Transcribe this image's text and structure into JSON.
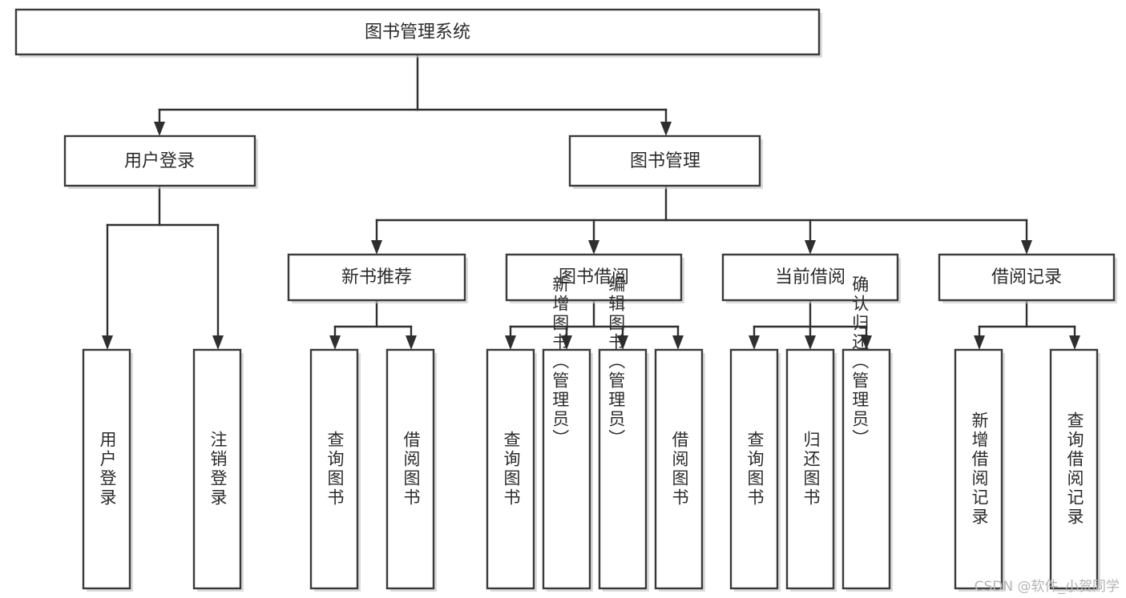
{
  "diagram": {
    "type": "tree",
    "title": "图书管理系统",
    "watermark": "CSDN @软件_小贺同学",
    "colors": {
      "background": "#ffffff",
      "box_fill": "#ffffff",
      "box_stroke": "#3a3a3a",
      "edge": "#2f2f2f",
      "text": "#2b2b2b",
      "watermark": "#b4b4b4"
    },
    "nodes": {
      "root": {
        "label": "图书管理系统"
      },
      "level2": [
        {
          "label": "用户登录"
        },
        {
          "label": "图书管理"
        }
      ],
      "level3": [
        {
          "label": "新书推荐"
        },
        {
          "label": "图书借阅"
        },
        {
          "label": "当前借阅"
        },
        {
          "label": "借阅记录"
        }
      ],
      "leaves": {
        "user_login": [
          {
            "label": "用户登录"
          },
          {
            "label": "注销登录"
          }
        ],
        "new_book": [
          {
            "label": "查询图书"
          },
          {
            "label": "借阅图书"
          }
        ],
        "borrow": [
          {
            "label": "查询图书"
          },
          {
            "label": "新增图书（管理员）"
          },
          {
            "label": "编辑图书（管理员）"
          },
          {
            "label": "借阅图书"
          }
        ],
        "current": [
          {
            "label": "查询图书"
          },
          {
            "label": "归还图书"
          },
          {
            "label": "确认归还（管理员）"
          }
        ],
        "records": [
          {
            "label": "新增借阅记录"
          },
          {
            "label": "查询借阅记录"
          }
        ]
      }
    }
  }
}
